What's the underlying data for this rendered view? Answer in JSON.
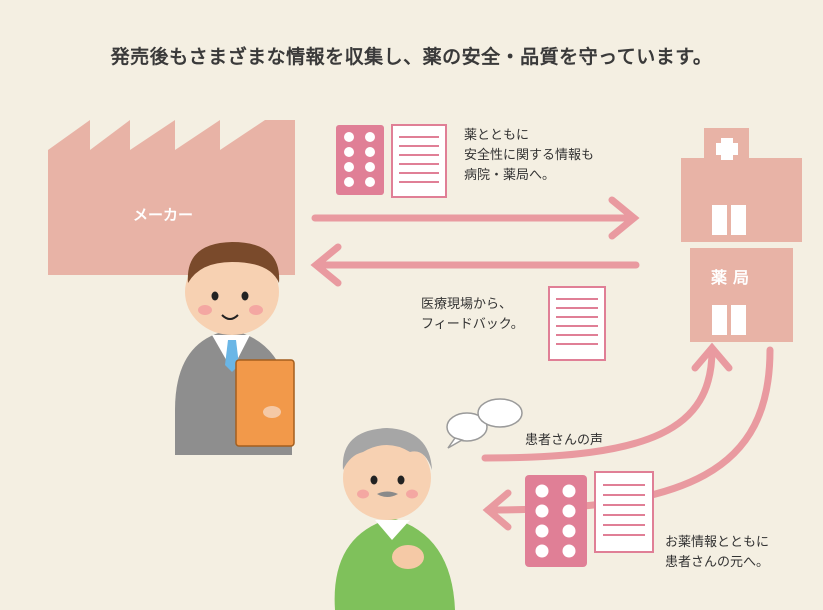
{
  "title": "発売後もさまざまな情報を収集し、薬の安全・品質を守っています。",
  "factory": {
    "label": "メーカー"
  },
  "pharmacy": {
    "label": "薬局"
  },
  "notes": {
    "to_hospital": [
      "薬とともに",
      "安全性に関する情報も",
      "病院・薬局へ。"
    ],
    "feedback": [
      "医療現場から、",
      "フィードバック。"
    ],
    "patient_voice": "患者さんの声",
    "to_patient": [
      "お薬情報とともに",
      "患者さんの元へ。"
    ]
  },
  "colors": {
    "background": "#f4efe2",
    "building": "#e8b3a6",
    "arrow": "#e99aa0",
    "pill_card": "#e07f96",
    "text": "#333333"
  }
}
